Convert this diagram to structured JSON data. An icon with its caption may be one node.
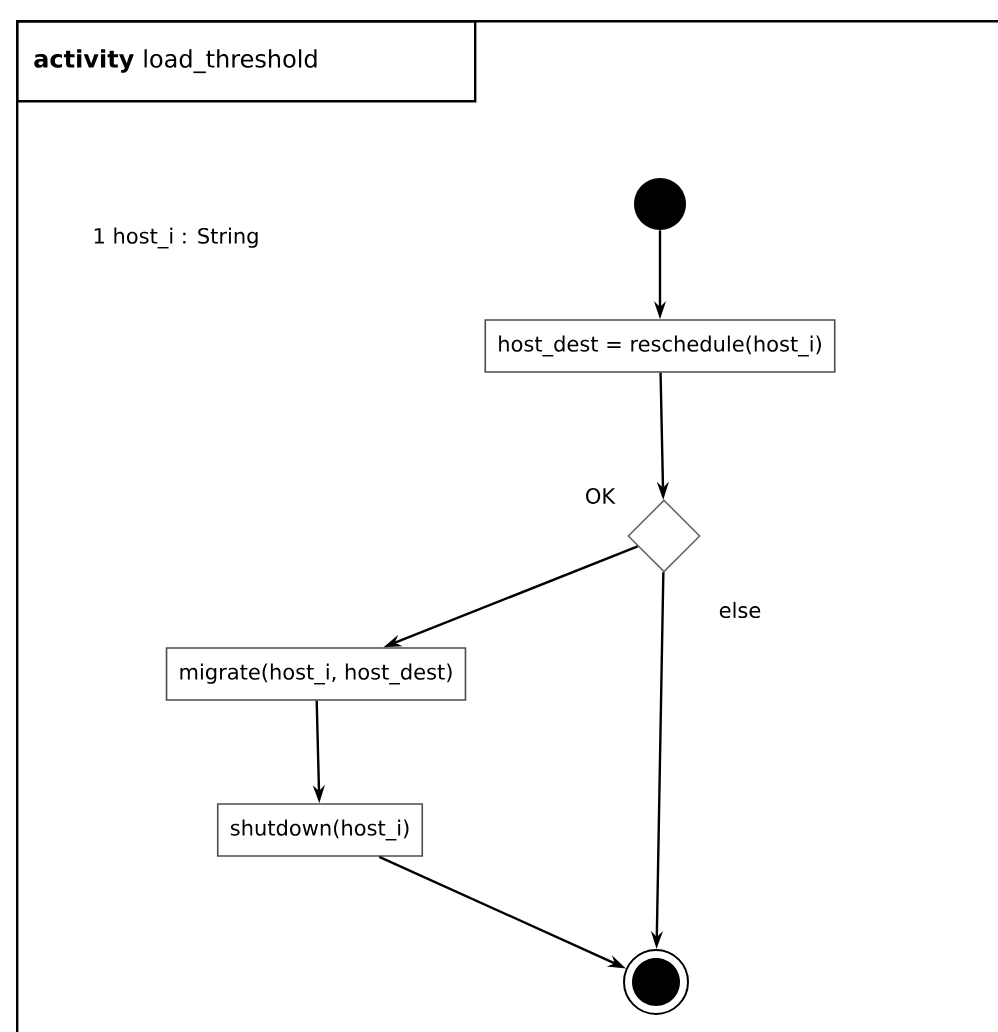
{
  "diagram": {
    "nodes": [
      {
        "text": [
          "**activity** load_threshold"
        ]
      },
      {
        "text": [],
        "shape": "circle",
        "in": 0
      },
      {
        "text": [
          "host_dest = reschedule(host_i)"
        ],
        "in": 0
      },
      {
        "text": [],
        "shape": "diamond",
        "in": 0
      },
      {
        "text": [
          "migrate(host_i, host_dest)"
        ],
        "in": 0
      },
      {
        "text": [
          "shutdown(host_i)"
        ],
        "in": 0
      },
      {
        "text": [],
        "shape": "circle",
        "in": 0
      }
    ],
    "edges": [
      {
        "from": 1,
        "to": 2,
        "arrow": "to"
      },
      {
        "from": 2,
        "to": 3,
        "arrow": "to"
      },
      {
        "from": 3,
        "to": 4,
        "arrow": "to",
        "label": "OK"
      },
      {
        "from": 3,
        "to": 6,
        "arrow": "to",
        "label": "else"
      },
      {
        "from": 4,
        "to": 5,
        "arrow": "to"
      },
      {
        "from": 5,
        "to": 6,
        "arrow": "to"
      }
    ],
    "labels": [
      "1 host_i : String"
    ]
  }
}
